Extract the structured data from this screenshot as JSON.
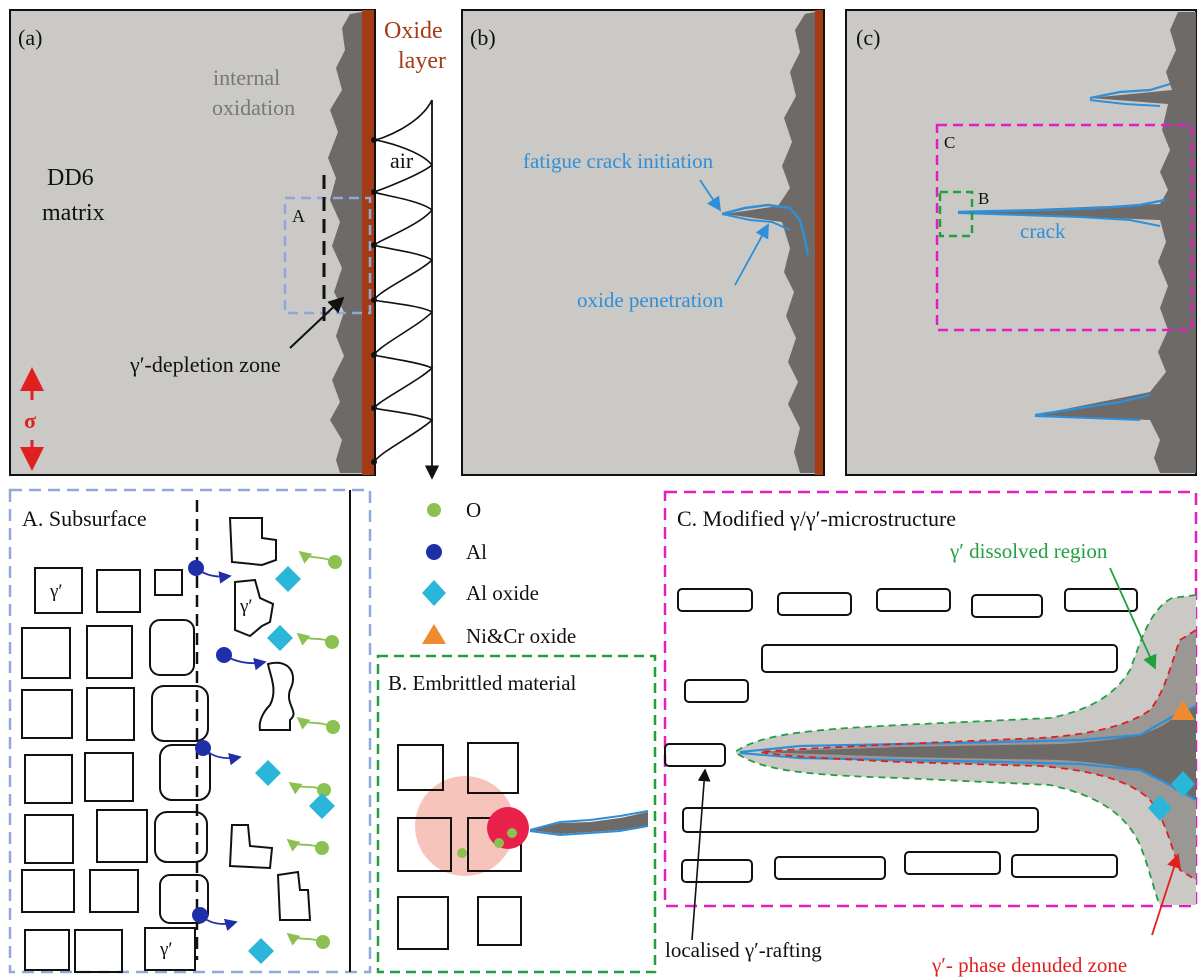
{
  "panel_a": {
    "tag": "(a)",
    "oxide_label_line1": "Oxide",
    "oxide_label_line2": "layer",
    "internal_line1": "internal",
    "internal_line2": "oxidation",
    "matrix_line1": "DD6",
    "matrix_line2": "matrix",
    "air": "air",
    "box_a": "A",
    "depletion": "γ′-depletion zone",
    "sigma": "σ"
  },
  "panel_b": {
    "tag": "(b)",
    "initiation": "fatigue crack initiation",
    "penetration": "oxide penetration"
  },
  "panel_c": {
    "tag": "(c)",
    "box_c": "C",
    "box_b": "B",
    "crack": "crack"
  },
  "subsurface": {
    "title": "A. Subsurface",
    "gamma_prime": "γ′"
  },
  "legend": {
    "items": [
      {
        "label": "O",
        "color": "#8cc152",
        "shape": "circle"
      },
      {
        "label": "Al",
        "color": "#1f2fa8",
        "shape": "circle"
      },
      {
        "label": "Al oxide",
        "color": "#29b6d8",
        "shape": "diamond"
      },
      {
        "label": "Ni&Cr oxide",
        "color": "#f08a30",
        "shape": "triangle"
      }
    ]
  },
  "embrittled": {
    "title": "B. Embrittled material"
  },
  "modified": {
    "title": "C. Modified γ/γ′-microstructure",
    "dissolved": "γ′ dissolved region",
    "rafting": "localised γ′-rafting",
    "denuded": "γ′- phase denuded zone"
  },
  "colors": {
    "matrix": "#cbc9c6",
    "oxide_gray": "#6e6a68",
    "oxide_layer": "#a33b14",
    "crack_blue": "#2f8fd8",
    "magenta": "#e020c0",
    "green_box": "#22a040",
    "blue_box": "#8fa8d8",
    "red": "#e02020"
  }
}
